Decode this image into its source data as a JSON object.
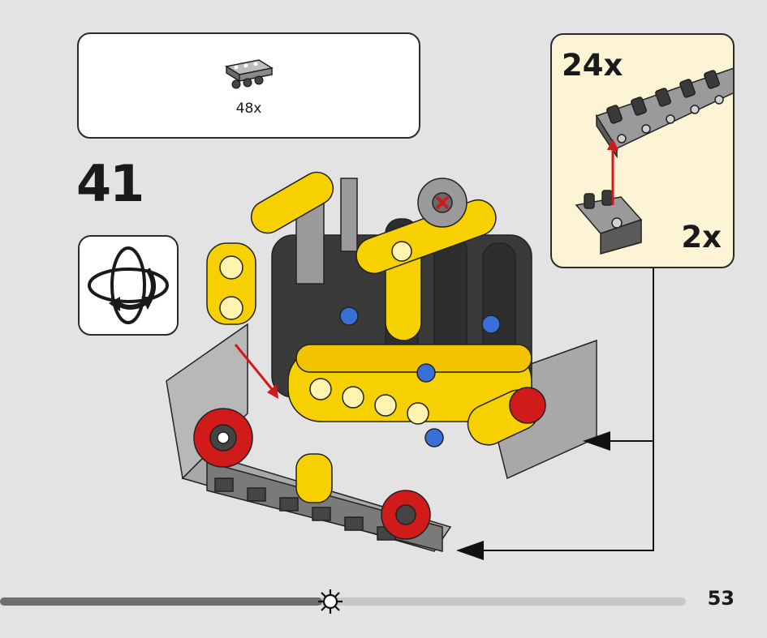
{
  "parts_list": {
    "items": [
      {
        "icon": "track-link-part-icon",
        "quantity": "48x"
      }
    ]
  },
  "step": {
    "number": "41"
  },
  "rotate": {
    "icon": "rotate-model-icon"
  },
  "sub_assembly": {
    "top_multiplier": "24x",
    "bottom_multiplier": "2x",
    "icon": "track-chain-assembly-icon"
  },
  "progress": {
    "fraction": 0.47,
    "marker_icon": "progress-sun-icon"
  },
  "page": {
    "number": "53"
  },
  "colors": {
    "background": "#e3e3e3",
    "subassembly_bg": "#fdf4d6",
    "model_yellow": "#f7d000",
    "model_dark": "#3a3a3a",
    "model_red": "#d11a1a",
    "model_gray": "#b8b8b8",
    "arrow_red": "#d11a1a"
  }
}
